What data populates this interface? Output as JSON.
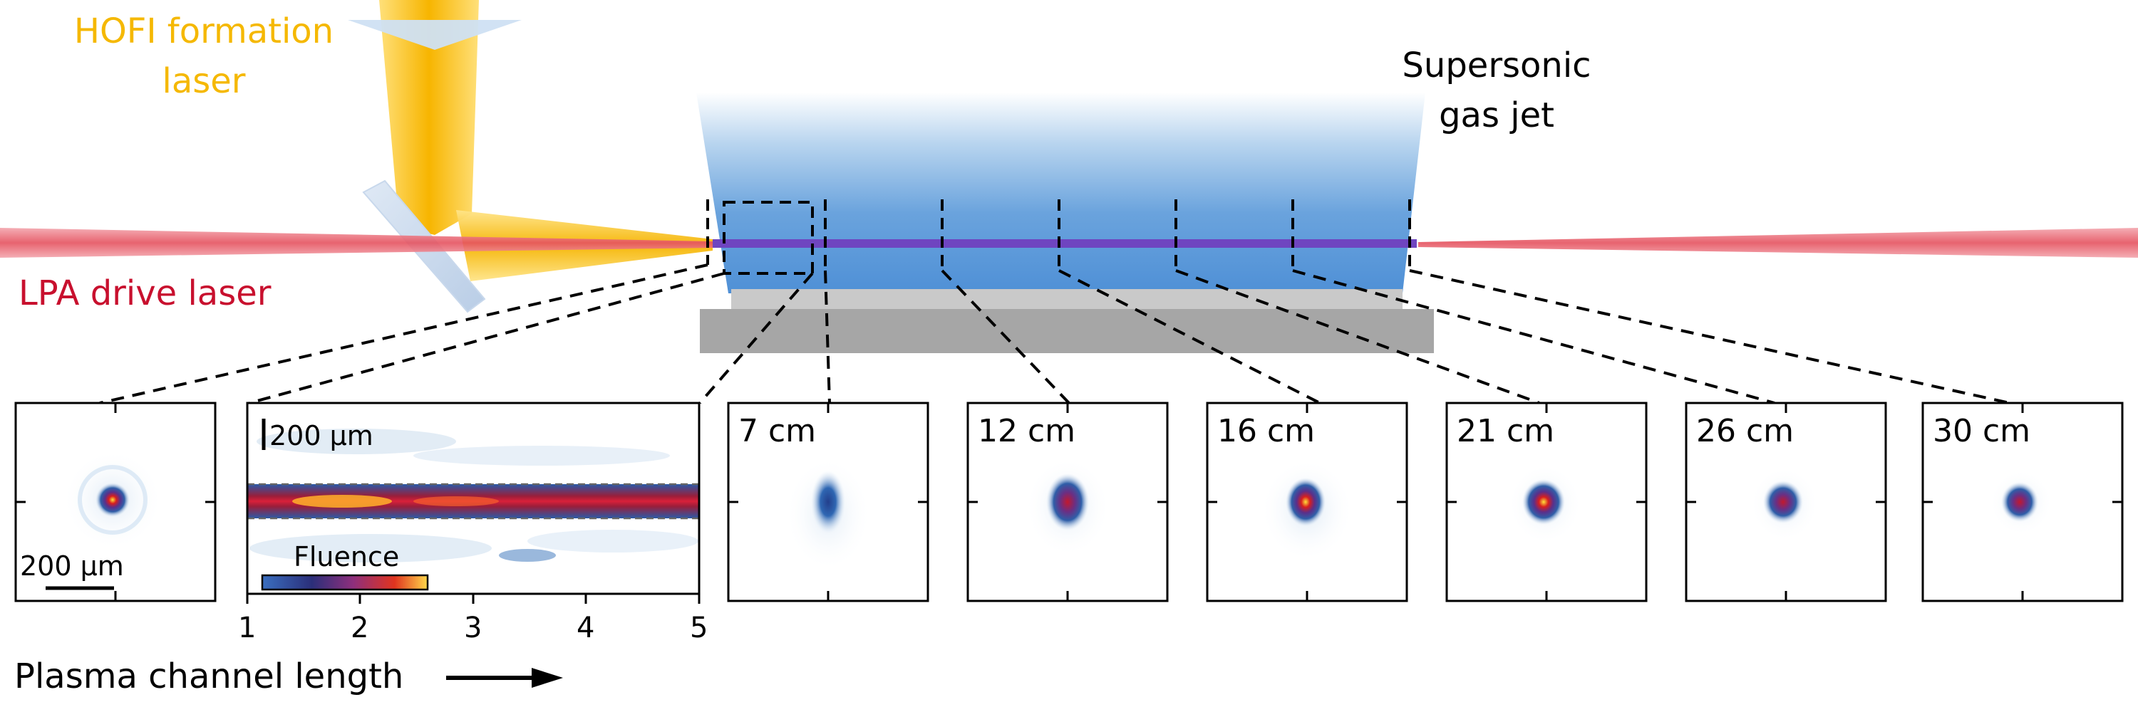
{
  "labels": {
    "hofi_line1": "HOFI formation",
    "hofi_line2": "laser",
    "jet_line1": "Supersonic",
    "jet_line2": "gas jet",
    "lpa": "LPA drive laser",
    "axis_caption": "Plasma channel length"
  },
  "inset_panel1": {
    "scalebar": "200 µm"
  },
  "inset_panel2": {
    "scalebar": "200 µm",
    "colorbar_label": "Fluence",
    "x_ticks": [
      "1",
      "2",
      "3",
      "4",
      "5"
    ]
  },
  "distance_panels": [
    "7 cm",
    "12 cm",
    "16 cm",
    "21 cm",
    "26 cm",
    "30 cm"
  ],
  "colors": {
    "hofi_yellow": "#f5b800",
    "lpa_red": "#e5626f",
    "lpa_label_red": "#c8102e",
    "gas_blue": "#5a9ad8",
    "channel_purple": "#6f45c0",
    "base_gray": "#a6a6a6"
  }
}
